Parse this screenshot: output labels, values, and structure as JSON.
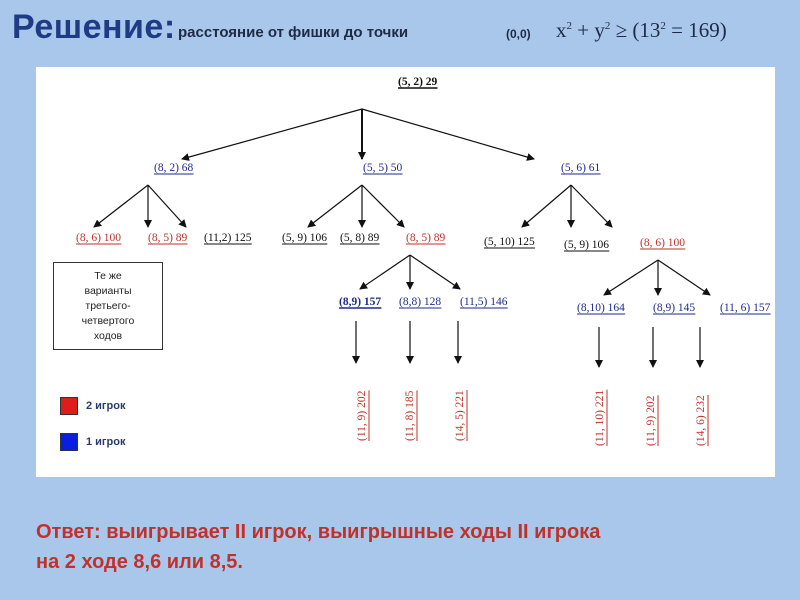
{
  "header": {
    "title": "Решение:",
    "subtitle_prefix": "расстояние от фишки до точки",
    "subtitle_point": "(0,0)",
    "formula_x": "x",
    "formula_plus": " + y",
    "formula_rest": " ≥ (13",
    "formula_end": " = 169)",
    "sup_two": "2"
  },
  "colors": {
    "red": "#c0312a",
    "blue": "#1e2a8c",
    "black": "#111111",
    "background": "#a9c7eb"
  },
  "tree": {
    "nodes": [
      {
        "id": "root",
        "text": "(5, 2) 29",
        "color": "black",
        "bold": true
      },
      {
        "id": "n82",
        "text": "(8, 2) 68",
        "color": "blue"
      },
      {
        "id": "n55",
        "text": "(5, 5) 50",
        "color": "blue"
      },
      {
        "id": "n56",
        "text": "(5, 6) 61",
        "color": "blue"
      },
      {
        "id": "n86a",
        "text": "(8, 6) 100",
        "color": "red"
      },
      {
        "id": "n85a",
        "text": "(8, 5) 89",
        "color": "red"
      },
      {
        "id": "n112",
        "text": "(11,2) 125",
        "color": "black"
      },
      {
        "id": "n59a",
        "text": "(5, 9) 106",
        "color": "black"
      },
      {
        "id": "n58",
        "text": "(5, 8) 89",
        "color": "black"
      },
      {
        "id": "n85b",
        "text": "(8, 5) 89",
        "color": "red"
      },
      {
        "id": "n510",
        "text": "(5, 10) 125",
        "color": "black"
      },
      {
        "id": "n59b",
        "text": "(5, 9) 106",
        "color": "black"
      },
      {
        "id": "n86b",
        "text": "(8, 6) 100",
        "color": "red"
      },
      {
        "id": "n89a",
        "text": "(8,9) 157",
        "color": "blue",
        "bold": true
      },
      {
        "id": "n88",
        "text": "(8,8) 128",
        "color": "blue"
      },
      {
        "id": "n115",
        "text": "(11,5) 146",
        "color": "blue"
      },
      {
        "id": "n810",
        "text": "(8,10) 164",
        "color": "blue"
      },
      {
        "id": "n89b",
        "text": "(8,9) 145",
        "color": "blue"
      },
      {
        "id": "n116",
        "text": "(11, 6) 157",
        "color": "blue"
      }
    ],
    "leaves": [
      {
        "id": "l119a",
        "text": "(11, 9) 202",
        "color": "red"
      },
      {
        "id": "l118",
        "text": "(11, 8) 185",
        "color": "red"
      },
      {
        "id": "l145",
        "text": "(14, 5) 221",
        "color": "red"
      },
      {
        "id": "l1110",
        "text": "(11, 10) 221",
        "color": "red"
      },
      {
        "id": "l119b",
        "text": "(11, 9) 202",
        "color": "red"
      },
      {
        "id": "l146",
        "text": "(14, 6) 232",
        "color": "red"
      }
    ]
  },
  "note": {
    "line1": "Те же",
    "line2": "варианты",
    "line3": "третьего-",
    "line4": "четвертого",
    "line5": "ходов"
  },
  "legend": {
    "player2": "2 игрок",
    "player1": "1 игрок",
    "player2_color": "#e01b1b",
    "player1_color": "#0a1ee0"
  },
  "answer": {
    "line1": "Ответ: выигрывает II игрок, выигрышные ходы II игрока",
    "line2": "на 2 ходе 8,6 или 8,5."
  }
}
